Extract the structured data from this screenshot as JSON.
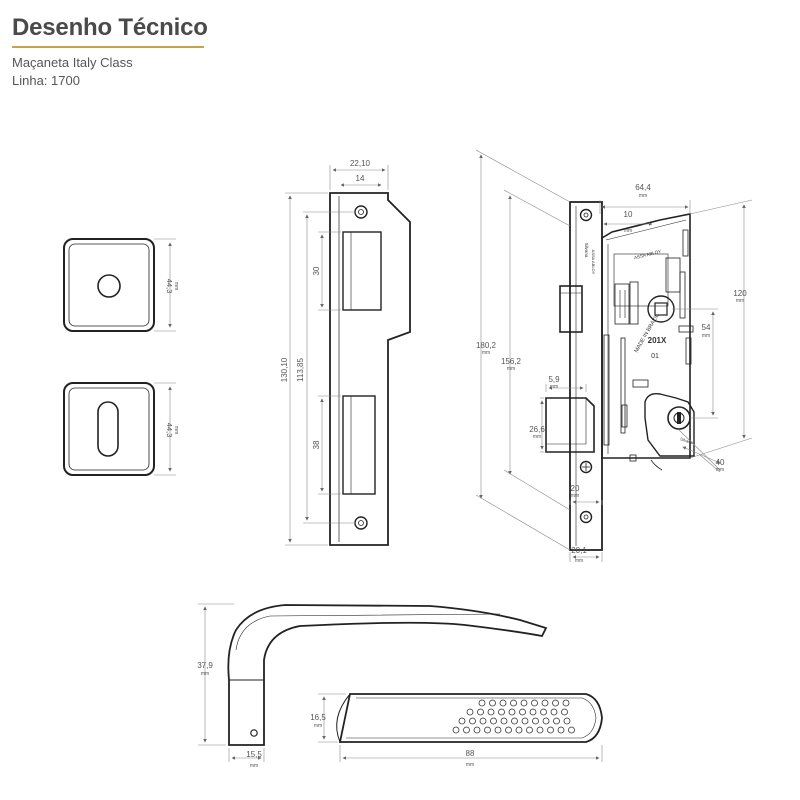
{
  "header": {
    "title": "Desenho Técnico",
    "subtitle": "Maçaneta Italy Class",
    "line": "Linha: 1700"
  },
  "unit": "mm",
  "dimensions": {
    "rosette_round_height": "44,3",
    "rosette_key_height": "44,3",
    "strike_width": "22,10",
    "strike_inner_width": "14",
    "strike_upper_opening": "30",
    "strike_lower_opening": "38",
    "strike_total_height": "130,10",
    "strike_hole_spacing": "113,85",
    "lock_width": "64,4",
    "lock_front_to_body": "10",
    "lock_total_height": "180,2",
    "lock_face_height": "156,2",
    "lock_body_height": "120",
    "lock_axis_to_cylinder": "54",
    "latch_projection": "5,9",
    "latch_height": "26,6",
    "lock_faceplate_offset": "20",
    "lock_faceplate_width": "20,1",
    "lock_backset": "40",
    "handle_height": "37,9",
    "handle_rosette_depth": "15,5",
    "handle_grip_height": "16,5",
    "handle_length": "88"
  },
  "lock_markings": {
    "made_in": "MADE IN BRAZIL",
    "model": "201X",
    "series": "01",
    "brand_plate": "ASSA ABLOY",
    "faceplate_brand": "Silvana",
    "faceplate_group": "ASSA ABLOY",
    "cylinder_brand": "Silvana"
  }
}
